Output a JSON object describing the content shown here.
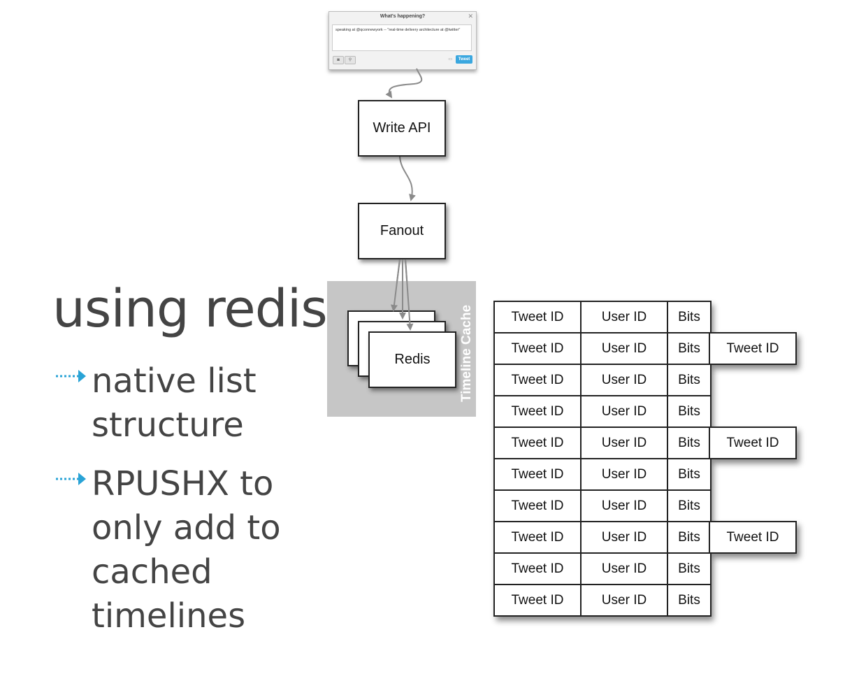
{
  "slide": {
    "title": "using redis",
    "bullets": [
      {
        "text": "native list structure",
        "lines": [
          "native list",
          "structure"
        ]
      },
      {
        "text": "RPUSHX to only add to cached timelines",
        "lines": [
          "RPUSHX to",
          "only add to",
          "cached",
          "timelines"
        ]
      }
    ],
    "accent_color": "#29a3d6"
  },
  "diagram": {
    "tweet_dialog": {
      "title": "What's happening?",
      "text": "speaking at @qconnewyork -- \"real-time delivery architecture at @twitter\"",
      "button": "Tweet"
    },
    "write_api": "Write API",
    "fanout": "Fanout",
    "cache_label": "Timeline Cache",
    "redis": "Redis",
    "table": {
      "columns": [
        "Tweet ID",
        "User ID",
        "Bits"
      ],
      "extra_label": "Tweet ID",
      "row_count": 10,
      "extra_rows": [
        1,
        4,
        7
      ]
    }
  }
}
